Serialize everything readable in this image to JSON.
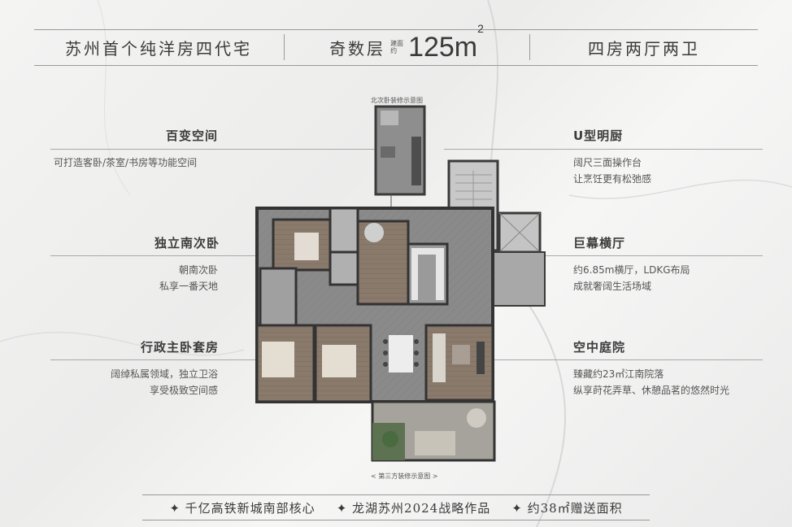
{
  "header": {
    "slogan": "苏州首个纯洋房四代宅",
    "floor_type": "奇数层",
    "area_label": [
      "建面",
      "约"
    ],
    "area_value": "125",
    "area_unit": "m",
    "area_sup": "2",
    "layout": "四房两厅两卫"
  },
  "features_left": [
    {
      "title": "百变空间",
      "lines": [
        "可打造客卧/茶室/书房等功能空间"
      ]
    },
    {
      "title": "独立南次卧",
      "lines": [
        "朝南次卧",
        "私享一番天地"
      ]
    },
    {
      "title": "行政主卧套房",
      "lines": [
        "阔绰私属领域，独立卫浴",
        "享受极致空间感"
      ]
    }
  ],
  "features_right": [
    {
      "title": "U型明厨",
      "lines": [
        "阔尺三面操作台",
        "让烹饪更有松弛感"
      ]
    },
    {
      "title": "巨幕横厅",
      "lines": [
        "约6.85m横厅，LDKG布局",
        "成就奢阔生活场域"
      ]
    },
    {
      "title": "空中庭院",
      "lines": [
        "臻藏约23㎡江南院落",
        "纵享莳花弄草、休憩品茗的悠然时光"
      ]
    }
  ],
  "captions": {
    "inset": "北次卧装修示意图",
    "plan": "< 第三方装修示意图 >"
  },
  "footer": {
    "items": [
      "千亿高铁新城南部核心",
      "龙湖苏州2024战略作品",
      "约38㎡赠送面积"
    ]
  },
  "colors": {
    "text": "#4a4a4a",
    "line": "#9a9a9a",
    "floor": "#6b6b6b",
    "wall": "#3f3f3f"
  }
}
